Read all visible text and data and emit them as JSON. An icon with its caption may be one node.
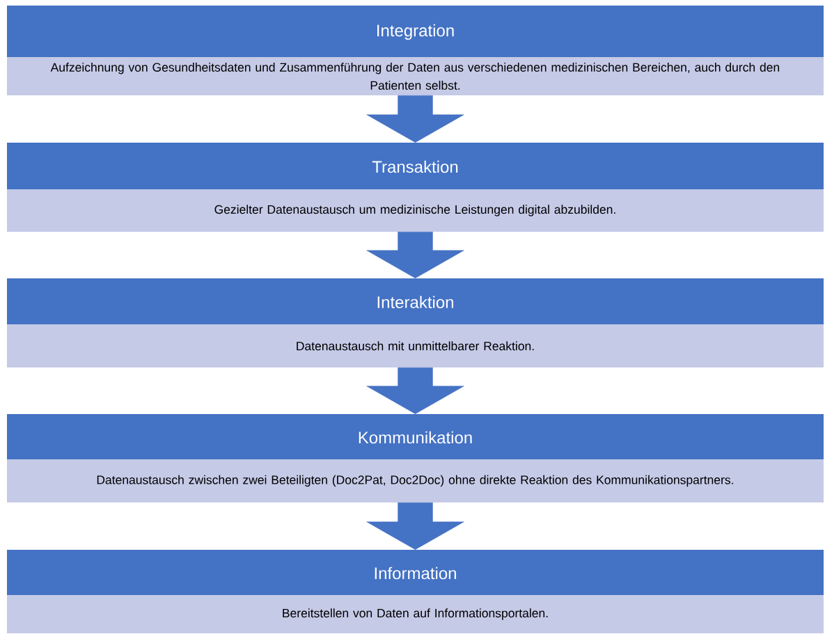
{
  "diagram": {
    "nodes": [
      {
        "text": [
          "Integration",
          "Aufzeichnung von Gesundheitsdaten und Zusammenführung der Daten aus verschiedenen medizinischen Bereichen, auch durch den Patienten selbst."
        ]
      },
      {
        "text": [
          "Transaktion",
          "Gezielter Datenaustausch um medizinische Leistungen digital abzubilden."
        ]
      },
      {
        "text": [
          "Interaktion",
          "Datenaustausch mit unmittelbarer Reaktion."
        ]
      },
      {
        "text": [
          "Kommunikation",
          "Datenaustausch zwischen zwei Beteiligten (Doc2Pat, Doc2Doc) ohne direkte Reaktion des Kommunikationspartners."
        ]
      },
      {
        "text": [
          "Information",
          "Bereitstellen von Daten auf Informationsportalen."
        ]
      }
    ],
    "edges": [
      {
        "from": 0,
        "to": 1,
        "arrow": "to"
      },
      {
        "from": 1,
        "to": 2,
        "arrow": "to"
      },
      {
        "from": 2,
        "to": 3,
        "arrow": "to"
      },
      {
        "from": 3,
        "to": 4,
        "arrow": "to"
      }
    ]
  }
}
